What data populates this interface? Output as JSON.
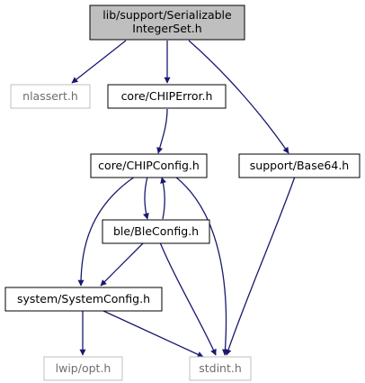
{
  "graph": {
    "nodes": [
      {
        "id": "root",
        "lines": [
          "lib/support/Serializable",
          "IntegerSet.h"
        ],
        "style": "root"
      },
      {
        "id": "nlassert",
        "lines": [
          "nlassert.h"
        ],
        "style": "external"
      },
      {
        "id": "chiperror",
        "lines": [
          "core/CHIPError.h"
        ],
        "style": "normal"
      },
      {
        "id": "base64",
        "lines": [
          "support/Base64.h"
        ],
        "style": "normal"
      },
      {
        "id": "chipconfig",
        "lines": [
          "core/CHIPConfig.h"
        ],
        "style": "normal"
      },
      {
        "id": "bleconfig",
        "lines": [
          "ble/BleConfig.h"
        ],
        "style": "normal"
      },
      {
        "id": "systemconfig",
        "lines": [
          "system/SystemConfig.h"
        ],
        "style": "normal"
      },
      {
        "id": "lwipopt",
        "lines": [
          "lwip/opt.h"
        ],
        "style": "external"
      },
      {
        "id": "stdint",
        "lines": [
          "stdint.h"
        ],
        "style": "external"
      }
    ],
    "edges": [
      {
        "from": "root",
        "to": "nlassert"
      },
      {
        "from": "root",
        "to": "chiperror"
      },
      {
        "from": "root",
        "to": "base64"
      },
      {
        "from": "chiperror",
        "to": "chipconfig"
      },
      {
        "from": "chipconfig",
        "to": "bleconfig"
      },
      {
        "from": "chipconfig",
        "to": "systemconfig"
      },
      {
        "from": "chipconfig",
        "to": "stdint"
      },
      {
        "from": "bleconfig",
        "to": "chipconfig"
      },
      {
        "from": "bleconfig",
        "to": "systemconfig"
      },
      {
        "from": "bleconfig",
        "to": "stdint"
      },
      {
        "from": "systemconfig",
        "to": "lwipopt"
      },
      {
        "from": "systemconfig",
        "to": "stdint"
      },
      {
        "from": "base64",
        "to": "stdint"
      }
    ],
    "colors": {
      "root_fill": "#bfbfbf",
      "node_border": "#000000",
      "external_border": "#bfbfbf",
      "external_text": "#6e6e6e",
      "edge": "#191970"
    }
  }
}
